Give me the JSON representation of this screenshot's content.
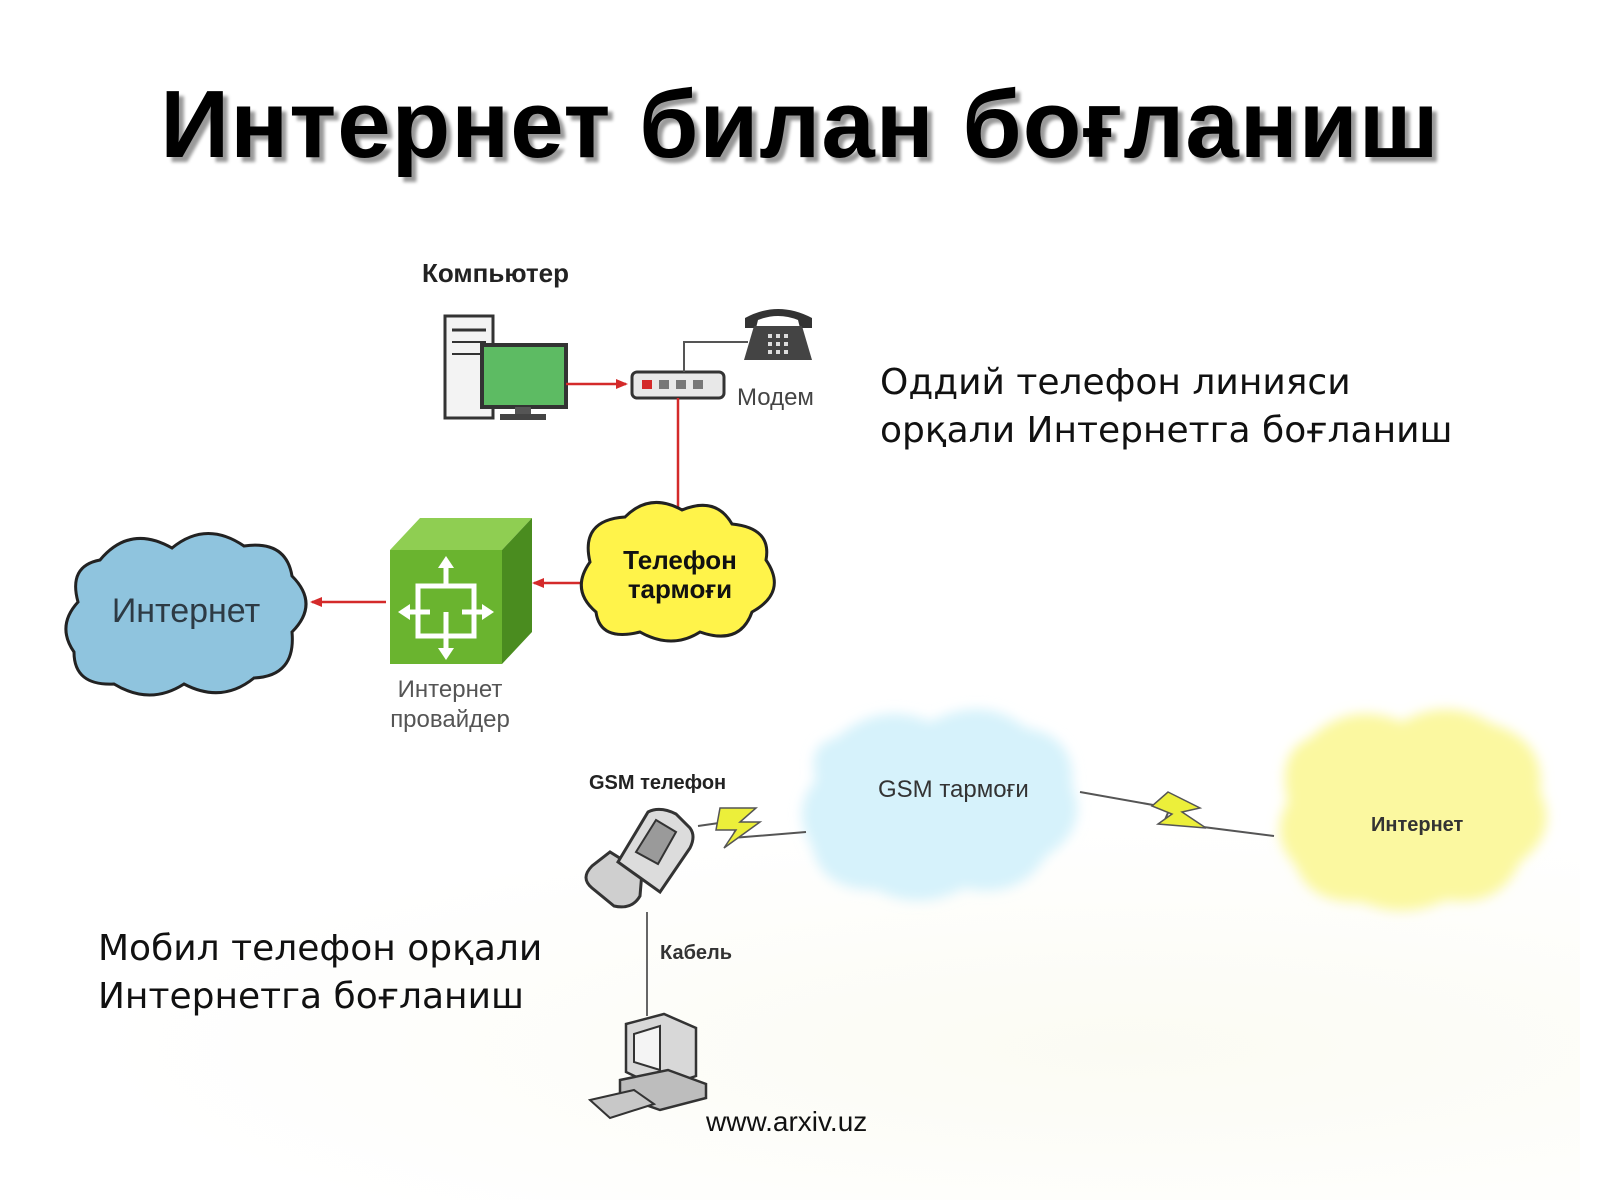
{
  "title": "Интернет билан боғланиш",
  "dialup": {
    "computer_label": "Компьютер",
    "modem_label": "Модем",
    "phone_network_line1": "Телефон",
    "phone_network_line2": "тармоғи",
    "provider_line1": "Интернет",
    "provider_line2": "провайдер",
    "internet_label": "Интернет",
    "caption_line1": "Оддий телефон линияси",
    "caption_line2": "орқали Интернетга боғланиш"
  },
  "mobile": {
    "gsm_phone_label": "GSM телефон",
    "gsm_network_label": "GSM тармоғи",
    "internet_label": "Интернет",
    "cable_label": "Кабель",
    "caption_line1": "Мобил телефон орқали",
    "caption_line2": "Интернетга боғланиш"
  },
  "footer_url": "www.arxiv.uz",
  "colors": {
    "arrow_red": "#d42a2a",
    "internet_cloud": "#8fc4de",
    "phone_network_cloud": "#fff34a",
    "provider_box": "#6ab42f",
    "monitor_screen": "#5dbb63",
    "gsm_cloud": "#d6f2fb",
    "mobile_internet_cloud": "#fbf8a0",
    "lightning": "#ecef3a"
  }
}
